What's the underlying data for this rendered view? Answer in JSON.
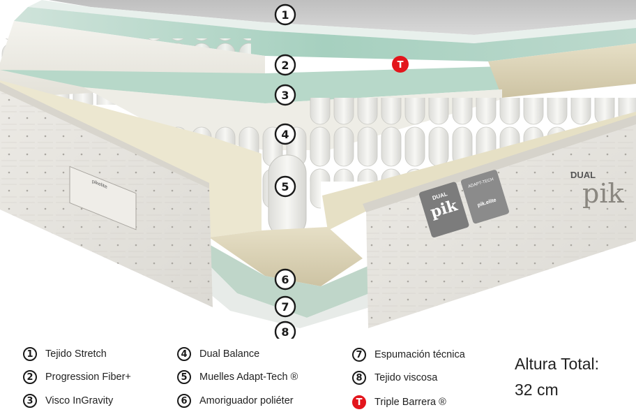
{
  "callouts": [
    "1",
    "2",
    "3",
    "4",
    "5",
    "6",
    "7",
    "8"
  ],
  "barrier_badge": "T",
  "brand": {
    "dual_big": "DUAL",
    "pik_big": "pik",
    "label1_top": "DUAL",
    "label1_main": "pik",
    "label2_top": "ADAPT-TECH",
    "label2_main": "pik.elite",
    "side_tag": "pikelite"
  },
  "legend": [
    {
      "num": "1",
      "label": "Tejido Stretch"
    },
    {
      "num": "2",
      "label": "Progression Fiber+"
    },
    {
      "num": "3",
      "label": "Visco InGravity"
    },
    {
      "num": "4",
      "label": "Dual Balance"
    },
    {
      "num": "5",
      "label": "Muelles Adapt-Tech ®"
    },
    {
      "num": "6",
      "label": "Amoriguador poliéter"
    },
    {
      "num": "7",
      "label": "Espumación técnica"
    },
    {
      "num": "8",
      "label": "Tejido viscosa"
    },
    {
      "num": "T",
      "label": "Triple Barrera ®"
    }
  ],
  "total": {
    "line1": "Altura Total:",
    "line2": "32 cm"
  },
  "colors": {
    "accent": "#e3151c",
    "green_layer": "#a9d3c2",
    "beige": "#d8cfb3",
    "fabric": "#e9e7e1"
  }
}
